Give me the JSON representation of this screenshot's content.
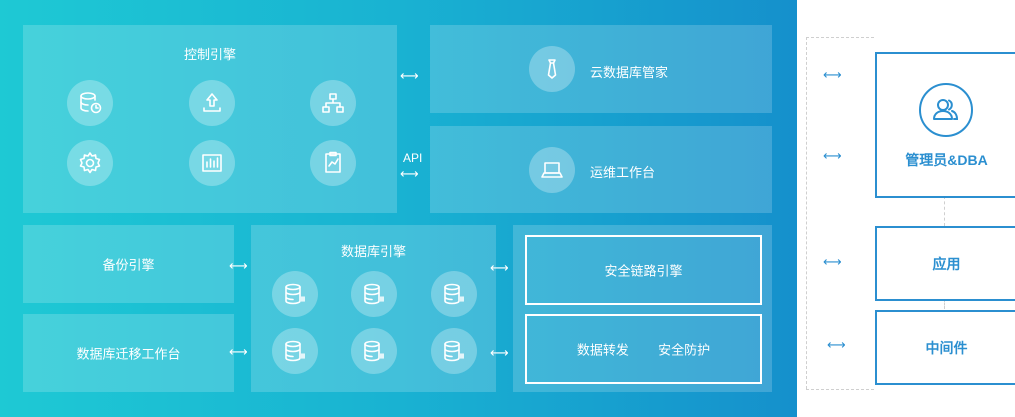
{
  "control_engine": {
    "title": "控制引擎"
  },
  "cloud_dba": {
    "label": "云数据库管家"
  },
  "ops_workbench": {
    "label": "运维工作台"
  },
  "api_label": "API",
  "backup_engine": {
    "label": "备份引擎"
  },
  "migration_workbench": {
    "label": "数据库迁移工作台"
  },
  "db_engine": {
    "title": "数据库引擎"
  },
  "secure_link_engine": {
    "label": "安全链路引擎"
  },
  "data_forward": {
    "label": "数据转发"
  },
  "security_protect": {
    "label": "安全防护"
  },
  "admin_dba": {
    "label": "管理员&DBA"
  },
  "application": {
    "label": "应用"
  },
  "middleware": {
    "label": "中间件"
  },
  "arrow_glyph": "⟷",
  "colors": {
    "bg_start": "#1ec9d4",
    "bg_end": "#1590cc",
    "accent": "#2b8fd0"
  },
  "icons": {
    "control": [
      "database-refresh-icon",
      "upload-icon",
      "network-icon",
      "gear-icon",
      "bar-chart-icon",
      "clipboard-icon"
    ],
    "cloud_dba": "tie-icon",
    "ops_workbench": "laptop-icon",
    "db_engine": "database-icon",
    "admin": "users-icon"
  }
}
